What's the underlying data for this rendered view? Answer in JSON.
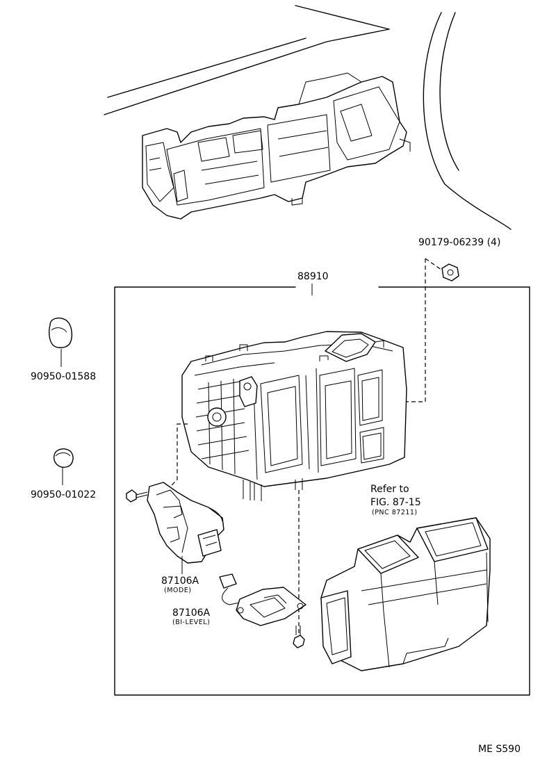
{
  "labels": {
    "assembly": "88910",
    "bolt": "90179-06239 (4)",
    "plug_large": "90950-01588",
    "plug_small": "90950-01022",
    "refer_1": "Refer to",
    "refer_2": "FIG. 87-15",
    "refer_pnc": "(PNC 87211)",
    "servo_mode": "87106A",
    "servo_mode_sub": "(MODE)",
    "servo_bilevel": "87106A",
    "servo_bilevel_sub": "(BI-LEVEL)",
    "page_code": "ME  S590"
  }
}
